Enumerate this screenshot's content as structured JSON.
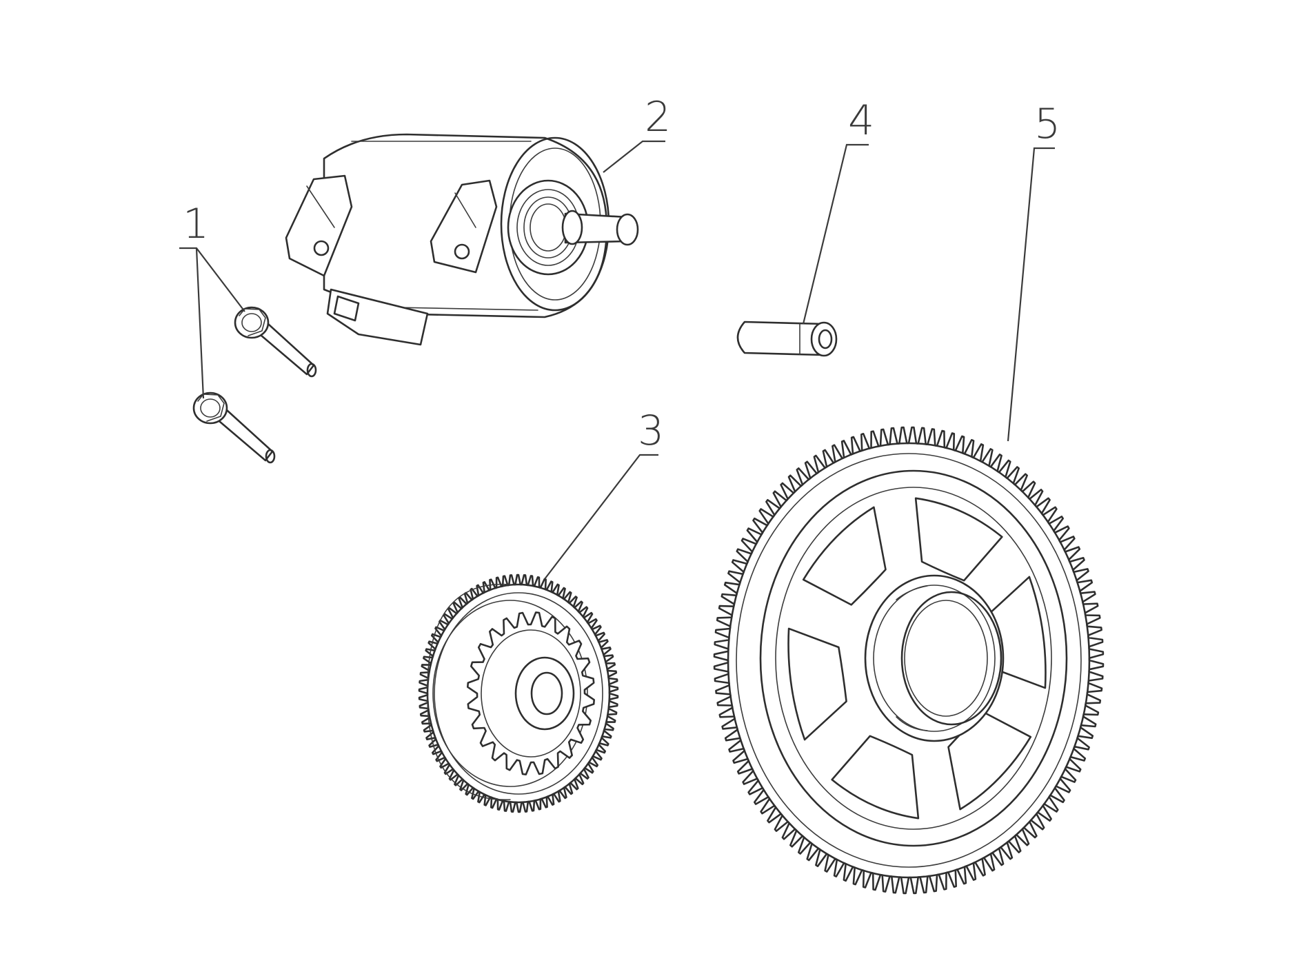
{
  "diagram": {
    "callouts": [
      {
        "id": "callout-1",
        "label": "1"
      },
      {
        "id": "callout-2",
        "label": "2"
      },
      {
        "id": "callout-3",
        "label": "3"
      },
      {
        "id": "callout-4",
        "label": "4"
      },
      {
        "id": "callout-5",
        "label": "5"
      }
    ],
    "gears": {
      "large_gear_teeth": 120,
      "small_gear_teeth": 90,
      "pinion_teeth": 24
    },
    "colors": {
      "line": "#2e2e2e",
      "background": "#ffffff"
    }
  }
}
